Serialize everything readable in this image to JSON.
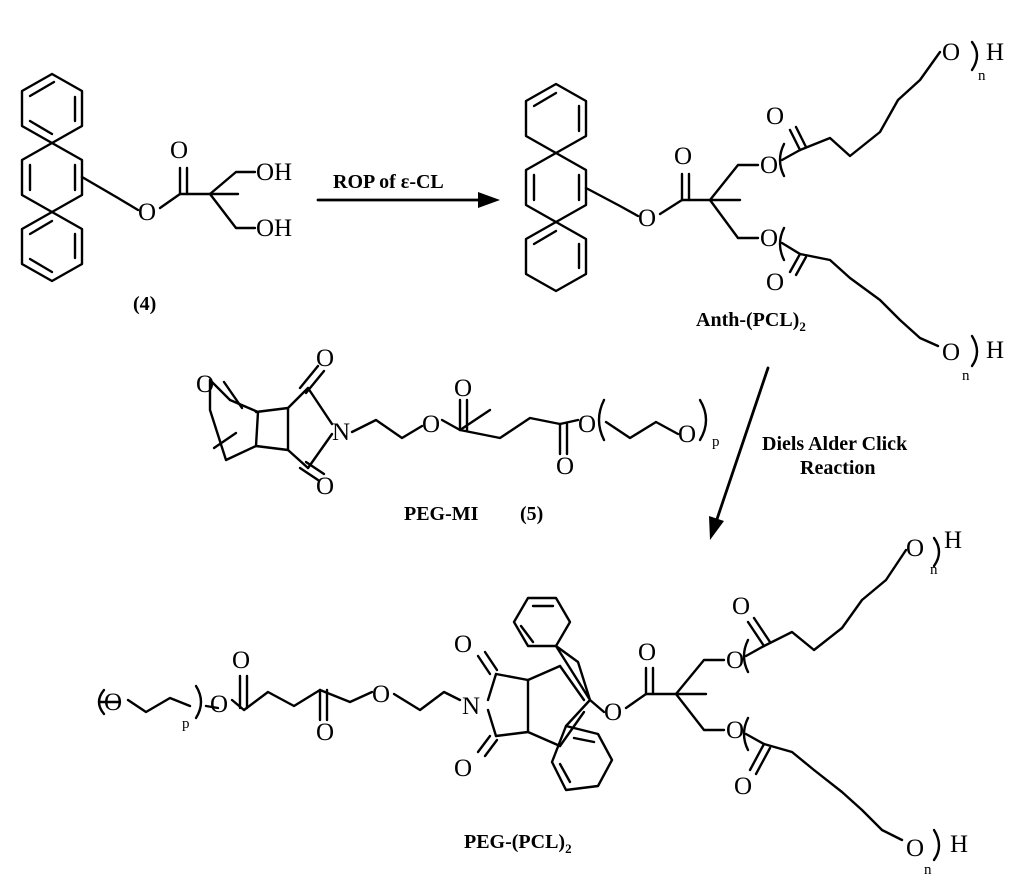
{
  "labels": {
    "compound4": "(4)",
    "compound5_name": "PEG-MI",
    "compound5_num": "(5)",
    "anth_pcl2_main": "Anth-(PCL)",
    "anth_pcl2_sub": "2",
    "peg_pcl2_main": "PEG-(PCL)",
    "peg_pcl2_sub": "2"
  },
  "arrows": {
    "rop_label": "ROP of ε-CL",
    "da_line1": "Diels Alder Click",
    "da_line2": "Reaction"
  },
  "atoms": {
    "O": "O",
    "OH": "OH",
    "N": "N",
    "H": "H",
    "n": "n",
    "p": "p"
  }
}
